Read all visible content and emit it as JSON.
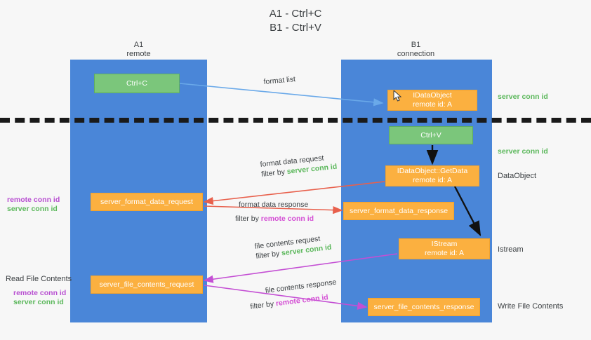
{
  "title": {
    "line1": "A1 - Ctrl+C",
    "line2": "B1 - Ctrl+V"
  },
  "columns": {
    "left": {
      "name": "A1",
      "role": "remote"
    },
    "right": {
      "name": "B1",
      "role": "connection"
    }
  },
  "colors": {
    "lane": "#4a86d8",
    "green_box": "#7bc67b",
    "orange_box": "#fbb040",
    "server_conn": "#5cb85c",
    "remote_conn": "#b84fd1",
    "arrow_blue": "#6aa9e9",
    "arrow_red": "#e8604c",
    "arrow_purple": "#c44fd4",
    "arrow_black": "#111111",
    "divider": "#1a1a1a"
  },
  "boxes": {
    "ctrl_c": {
      "label": "Ctrl+C"
    },
    "ctrl_v": {
      "label": "Ctrl+V"
    },
    "idataobject": {
      "label": "IDataObject",
      "sub": "remote id: A"
    },
    "getdata": {
      "label": "IDataObject::GetData",
      "sub": "remote id: A"
    },
    "istream": {
      "label": "IStream",
      "sub": "remote id: A"
    },
    "server_format_data_request": {
      "label": "server_format_data_request"
    },
    "server_format_data_response": {
      "label": "server_format_data_response"
    },
    "server_file_contents_request": {
      "label": "server_file_contents_request"
    },
    "server_file_contents_response": {
      "label": "server_file_contents_response"
    }
  },
  "annotations": {
    "format_list": "format list",
    "format_data_request": "format data request",
    "format_data_request_filter_prefix": "filter by ",
    "format_data_request_filter_value": "server conn id",
    "format_data_response": "format data response",
    "format_data_response_filter_prefix": "filter by ",
    "format_data_response_filter_value": "remote conn id",
    "file_contents_request": "file contents request",
    "file_contents_request_filter_prefix": "filter by ",
    "file_contents_request_filter_value": "server conn id",
    "file_contents_response": "file contents response",
    "file_contents_response_filter_prefix": "filter by ",
    "file_contents_response_filter_value": "remote conn id"
  },
  "side_labels": {
    "right_server_conn_top": "server conn id",
    "right_server_conn_mid": "server conn id",
    "right_dataobject": "DataObject",
    "right_istream": "Istream",
    "right_write_file_contents": "Write File Contents",
    "left_remote_conn_1": "remote conn id",
    "left_server_conn_1": "server conn id",
    "left_read_file_contents": "Read File Contents",
    "left_remote_conn_2": "remote conn id",
    "left_server_conn_2": "server conn id"
  }
}
